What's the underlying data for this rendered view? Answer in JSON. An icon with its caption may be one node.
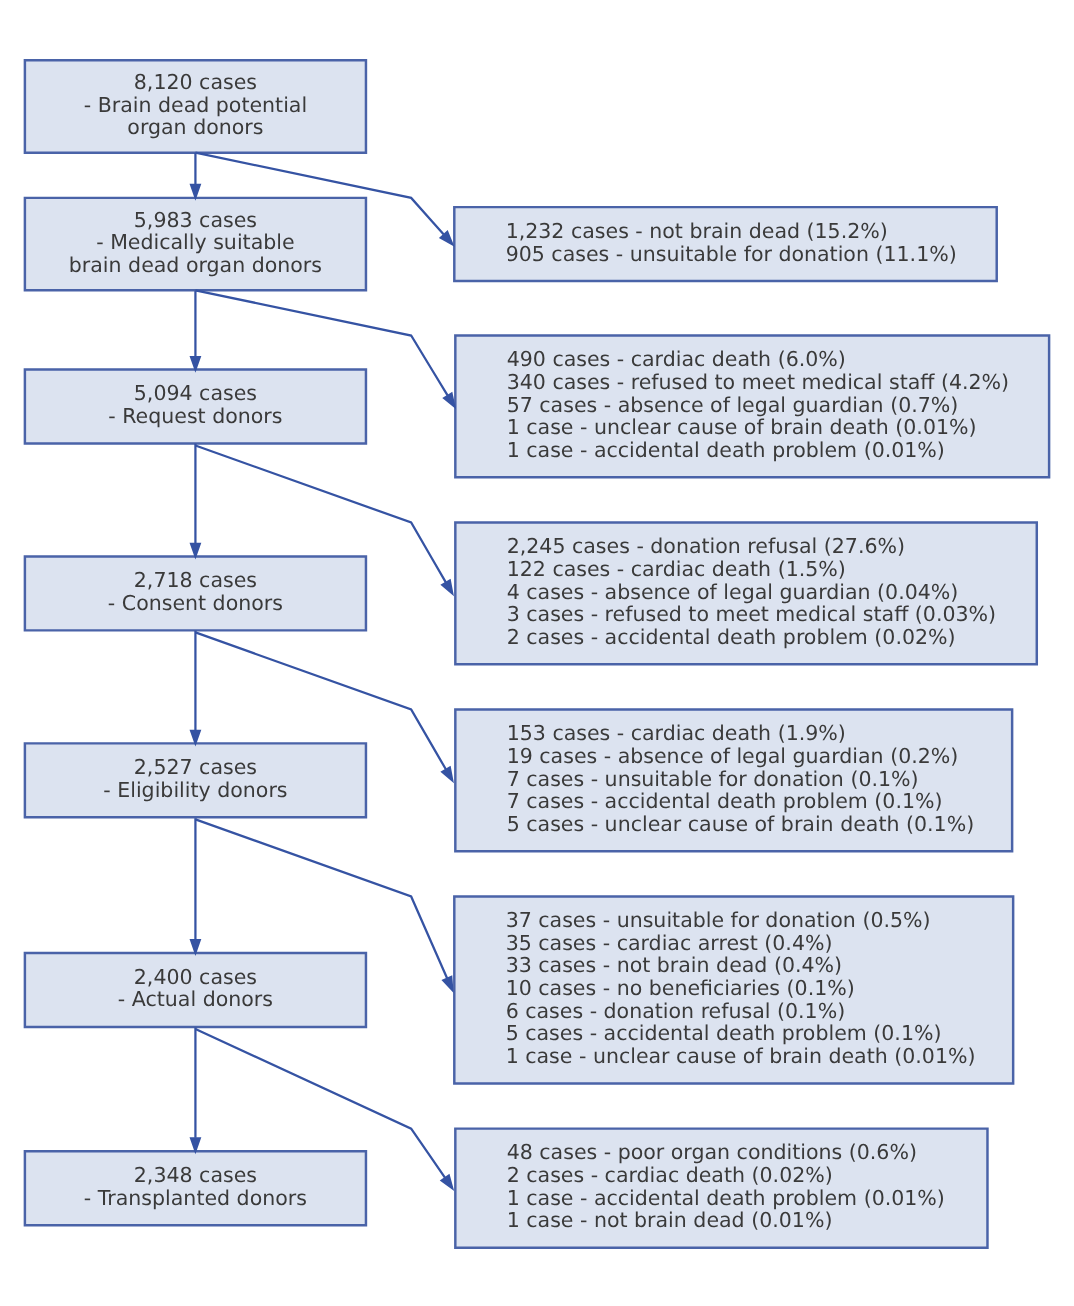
{
  "diagram": {
    "nodes": [
      {
        "text": [
          "8,120 cases",
          "- Brain dead potential organ donors"
        ]
      },
      {
        "text": [
          "1,232 cases - not brain dead (15.2%)",
          "905 cases - unsuitable for donation (11.1%)"
        ]
      },
      {
        "text": [
          "5,983 cases",
          "- Medically suitable brain dead organ donors"
        ]
      },
      {
        "text": [
          "490 cases - cardiac death (6.0%)",
          "340 cases - refused to meet medical staff (4.2%)",
          "57 cases - absence of legal guardian (0.7%)",
          "1 case - unclear cause of brain death (0.01%)",
          "1 case - accidental death problem (0.01%)"
        ]
      },
      {
        "text": [
          "5,094 cases",
          "- Request donors"
        ]
      },
      {
        "text": [
          "2,245 cases - donation refusal (27.6%)",
          "122 cases - cardiac death (1.5%)",
          "4 cases - absence of legal guardian (0.04%)",
          "3 cases - refused to meet medical staff (0.03%)",
          "2 cases - accidental death problem (0.02%)"
        ]
      },
      {
        "text": [
          "2,718 cases",
          "- Consent donors"
        ]
      },
      {
        "text": [
          "153 cases - cardiac death (1.9%)",
          "19 cases - absence of legal guardian (0.2%)",
          "7 cases - unsuitable for donation (0.1%)",
          "7 cases - accidental death problem (0.1%)",
          "5 cases - unclear cause of brain death (0.1%)"
        ]
      },
      {
        "text": [
          "2,527 cases",
          "- Eligibility donors"
        ]
      },
      {
        "text": [
          "37 cases - unsuitable for donation (0.5%)",
          "35 cases - cardiac arrest (0.4%)",
          "33 cases - not brain dead (0.4%)",
          "10 cases - no beneficiaries (0.1%)",
          "6 cases - donation refusal (0.1%)",
          "5 cases - accidental death problem (0.1%)",
          "1 case - unclear cause of brain death (0.01%)"
        ]
      },
      {
        "text": [
          "2,400 cases",
          "- Actual donors"
        ]
      },
      {
        "text": [
          "48 cases - poor organ conditions (0.6%)",
          "2 cases - cardiac death (0.02%)",
          "1 case - accidental death problem (0.01%)",
          "1 case - not brain dead (0.01%)"
        ]
      },
      {
        "text": [
          "2,348 cases",
          "- Transplanted donors"
        ]
      }
    ],
    "edges": [
      {
        "from": 0,
        "to": 2,
        "arrow": "to"
      },
      {
        "from": 0,
        "to": 1,
        "arrow": "to"
      },
      {
        "from": 2,
        "to": 4,
        "arrow": "to"
      },
      {
        "from": 2,
        "to": 3,
        "arrow": "to"
      },
      {
        "from": 4,
        "to": 6,
        "arrow": "to"
      },
      {
        "from": 4,
        "to": 5,
        "arrow": "to"
      },
      {
        "from": 6,
        "to": 8,
        "arrow": "to"
      },
      {
        "from": 6,
        "to": 7,
        "arrow": "to"
      },
      {
        "from": 8,
        "to": 10,
        "arrow": "to"
      },
      {
        "from": 8,
        "to": 9,
        "arrow": "to"
      },
      {
        "from": 10,
        "to": 12,
        "arrow": "to"
      },
      {
        "from": 10,
        "to": 11,
        "arrow": "to"
      }
    ]
  }
}
